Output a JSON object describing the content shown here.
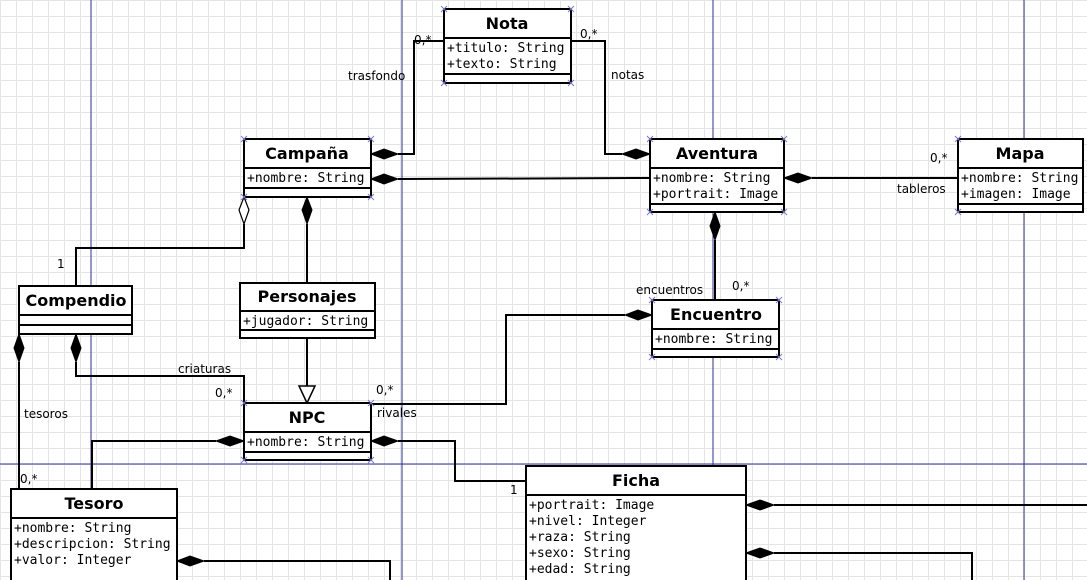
{
  "classes": {
    "nota": {
      "name": "Nota",
      "attributes": [
        "+titulo: String",
        "+texto: String"
      ]
    },
    "campana": {
      "name": "Campaña",
      "attributes": [
        "+nombre: String"
      ]
    },
    "aventura": {
      "name": "Aventura",
      "attributes": [
        "+nombre: String",
        "+portrait: Image"
      ]
    },
    "mapa": {
      "name": "Mapa",
      "attributes": [
        "+nombre: String",
        "+imagen: Image"
      ]
    },
    "compendio": {
      "name": "Compendio",
      "attributes": []
    },
    "personajes": {
      "name": "Personajes",
      "attributes": [
        "+jugador: String"
      ]
    },
    "encuentro": {
      "name": "Encuentro",
      "attributes": [
        "+nombre: String"
      ]
    },
    "npc": {
      "name": "NPC",
      "attributes": [
        "+nombre: String"
      ]
    },
    "tesoro": {
      "name": "Tesoro",
      "attributes": [
        "+nombre: String",
        "+descripcion: String",
        "+valor: Integer"
      ]
    },
    "ficha": {
      "name": "Ficha",
      "attributes": [
        "+portrait: Image",
        "+nivel: Integer",
        "+raza: String",
        "+sexo: String",
        "+edad: String"
      ]
    }
  },
  "labels": {
    "nota_mult_left": "0,*",
    "nota_mult_right": "0,*",
    "trasfondo": "trasfondo",
    "notas": "notas",
    "mapa_mult": "0,*",
    "tableros": "tableros",
    "compendio_mult": "1",
    "encuentros": "encuentros",
    "encuentro_mult": "0,*",
    "criaturas": "criaturas",
    "criaturas_mult": "0,*",
    "rivales_mult": "0,*",
    "rivales": "rivales",
    "tesoros": "tesoros",
    "tesoro_mult": "0,*",
    "ficha_mult": "1"
  }
}
